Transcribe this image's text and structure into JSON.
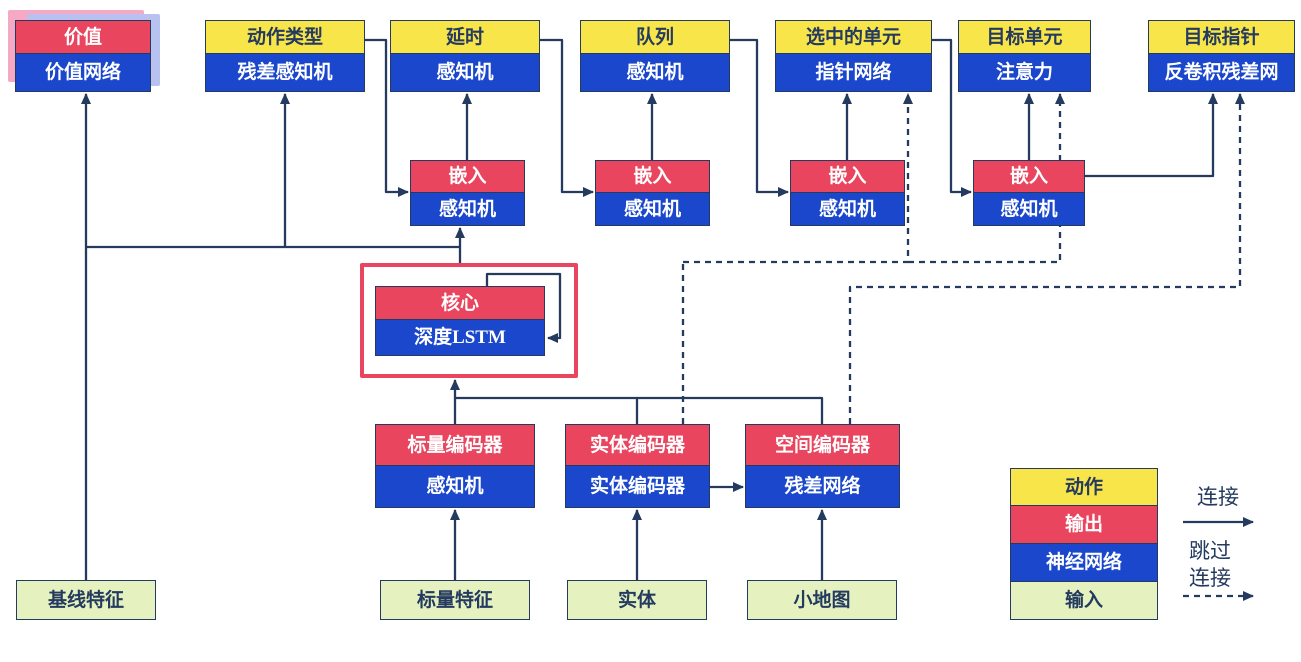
{
  "diagram": {
    "title_semantic": "agent-architecture-diagram",
    "nodes": {
      "value": {
        "top": "价值",
        "bottom": "价值网络"
      },
      "action_type": {
        "top": "动作类型",
        "bottom": "残差感知机"
      },
      "delay": {
        "top": "延时",
        "bottom": "感知机"
      },
      "queue": {
        "top": "队列",
        "bottom": "感知机"
      },
      "selected_units": {
        "top": "选中的单元",
        "bottom": "指针网络"
      },
      "target_unit": {
        "top": "目标单元",
        "bottom": "注意力"
      },
      "target_point": {
        "top": "目标指针",
        "bottom": "反卷积残差网"
      },
      "embedding": {
        "top": "嵌入",
        "bottom": "感知机"
      },
      "core": {
        "top": "核心",
        "bottom": "深度LSTM"
      },
      "scalar_encoder": {
        "top": "标量编码器",
        "bottom": "感知机"
      },
      "entity_encoder": {
        "top": "实体编码器",
        "bottom": "实体编码器"
      },
      "spatial_encoder": {
        "top": "空间编码器",
        "bottom": "残差网络"
      },
      "baseline_features": {
        "label": "基线特征"
      },
      "scalar_features": {
        "label": "标量特征"
      },
      "entities": {
        "label": "实体"
      },
      "minimap": {
        "label": "小地图"
      }
    },
    "legend": {
      "action": "动作",
      "output": "输出",
      "network": "神经网络",
      "input": "输入",
      "connection": "连接",
      "skip_connection": "跳过连接"
    },
    "colors": {
      "action_yellow": "#F8E54A",
      "output_red": "#E9455F",
      "network_blue": "#1A47CB",
      "input_green": "#E5F2C0",
      "line_navy": "#243A5E",
      "value_stack_pink": "#F6A9C4",
      "value_stack_lavender": "#B7C2F0"
    }
  }
}
